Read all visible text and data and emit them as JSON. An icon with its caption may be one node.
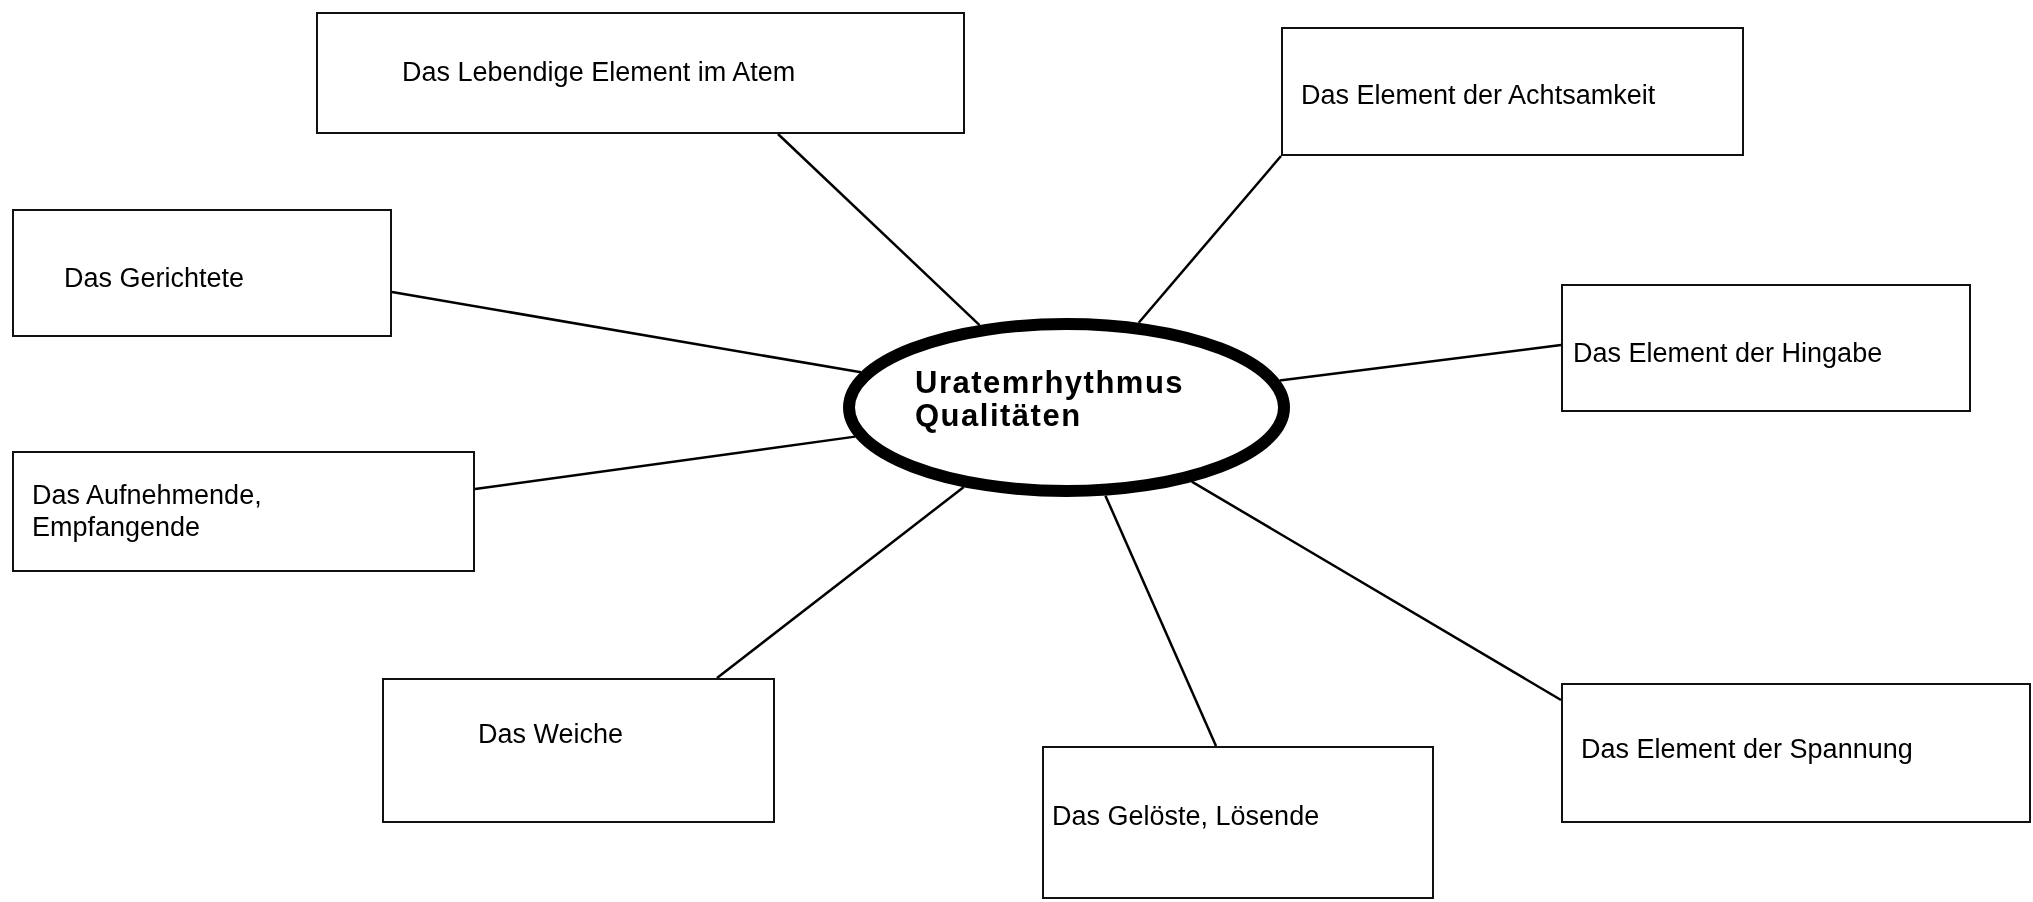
{
  "diagram": {
    "nodes": [
      {
        "text": [
          "Uratemrhythmus Qualitäten"
        ]
      },
      {
        "text": [
          "Das Lebendige Element im Atem"
        ]
      },
      {
        "text": [
          "Das Element der Achtsamkeit"
        ]
      },
      {
        "text": [
          "Das Gerichtete"
        ]
      },
      {
        "text": [
          "Das Element der Hingabe"
        ]
      },
      {
        "text": [
          "Das Aufnehmende, Empfangende"
        ]
      },
      {
        "text": [
          "Das Weiche"
        ]
      },
      {
        "text": [
          "Das Gelöste, Lösende"
        ]
      },
      {
        "text": [
          "Das Element der Spannung"
        ]
      }
    ],
    "edges": [
      {
        "from": 0,
        "to": 1,
        "arrow": "none"
      },
      {
        "from": 0,
        "to": 2,
        "arrow": "none"
      },
      {
        "from": 0,
        "to": 3,
        "arrow": "none"
      },
      {
        "from": 0,
        "to": 4,
        "arrow": "none"
      },
      {
        "from": 0,
        "to": 5,
        "arrow": "none"
      },
      {
        "from": 0,
        "to": 6,
        "arrow": "none"
      },
      {
        "from": 0,
        "to": 7,
        "arrow": "none"
      },
      {
        "from": 0,
        "to": 8,
        "arrow": "none"
      }
    ]
  }
}
